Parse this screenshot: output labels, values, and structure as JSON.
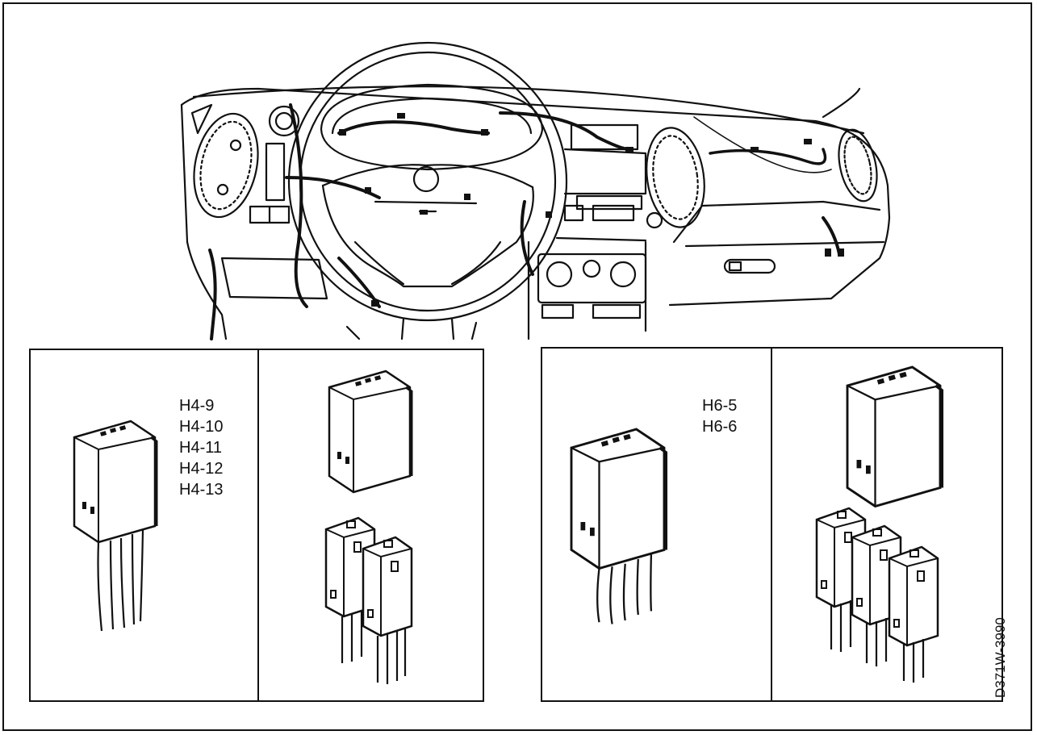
{
  "diagram": {
    "left_connector_labels": [
      "H4-9",
      "H4-10",
      "H4-11",
      "H4-12",
      "H4-13"
    ],
    "right_connector_labels": [
      "H6-5",
      "H6-6"
    ],
    "document_code": "D371W-3990"
  }
}
